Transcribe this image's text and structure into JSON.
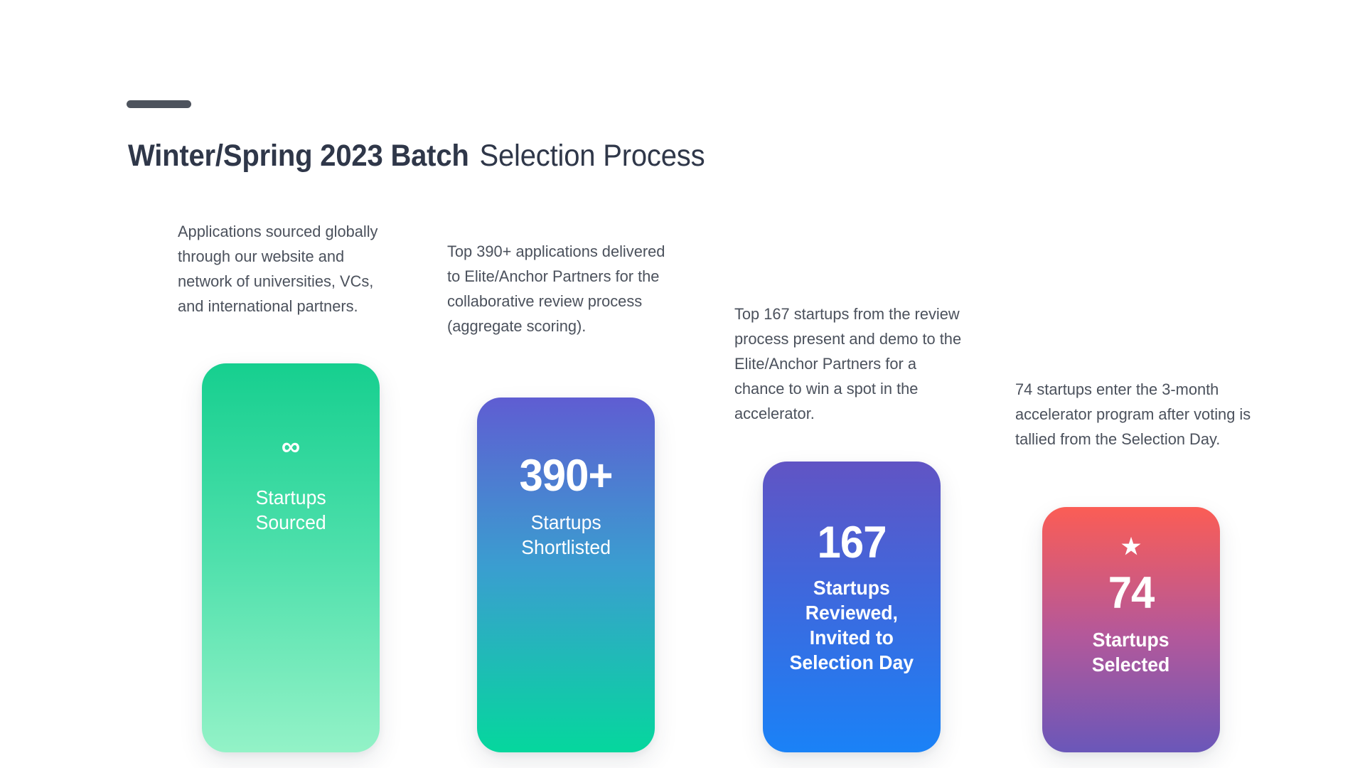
{
  "header": {
    "accent_bar_color": "#4d535d",
    "title_bold": "Winter/Spring 2023 Batch",
    "title_regular": "Selection Process",
    "title_color": "#2f3749"
  },
  "steps": [
    {
      "id": "sourced",
      "description": "Applications sourced globally through our website and network of universities, VCs, and international partners.",
      "icon": "infinity-icon",
      "icon_glyph": "∞",
      "number": "",
      "label": "Startups\nSourced",
      "label_weight": "medium",
      "gradient_from": "#16cf8f",
      "gradient_to": "#93f2c7"
    },
    {
      "id": "shortlisted",
      "description": "Top 390+ applications delivered to Elite/Anchor Partners for the collaborative review process (aggregate scoring).",
      "icon": "",
      "icon_glyph": "",
      "number": "390+",
      "label": "Startups\nShortlisted",
      "label_weight": "medium",
      "gradient_from": "#5f5dd2",
      "gradient_mid": "#3a9ed0",
      "gradient_to": "#05d79d"
    },
    {
      "id": "reviewed",
      "description": "Top 167 startups from the review process present and demo to the Elite/Anchor Partners for a chance to win a spot in the accelerator.",
      "icon": "",
      "icon_glyph": "",
      "number": "167",
      "label": "Startups\nReviewed,\nInvited to\nSelection Day",
      "label_weight": "bold",
      "gradient_from": "#6154c4",
      "gradient_to": "#1a82f7"
    },
    {
      "id": "selected",
      "description": "74 startups enter the 3-month accelerator program after voting is tallied from the Selection Day.",
      "icon": "star-icon",
      "icon_glyph": "★",
      "number": "74",
      "label": "Startups\nSelected",
      "label_weight": "bold",
      "gradient_from": "#fb5d55",
      "gradient_to": "#6a57b9"
    }
  ],
  "chart_data": {
    "type": "bar",
    "title": "Winter/Spring 2023 Batch Selection Process",
    "categories": [
      "Startups Sourced",
      "Startups Shortlisted",
      "Startups Reviewed, Invited to Selection Day",
      "Startups Selected"
    ],
    "value_labels": [
      "∞",
      "390+",
      "167",
      "74"
    ],
    "values": [
      null,
      390,
      167,
      74
    ],
    "xlabel": "",
    "ylabel": "",
    "grid": false,
    "legend": "none"
  }
}
